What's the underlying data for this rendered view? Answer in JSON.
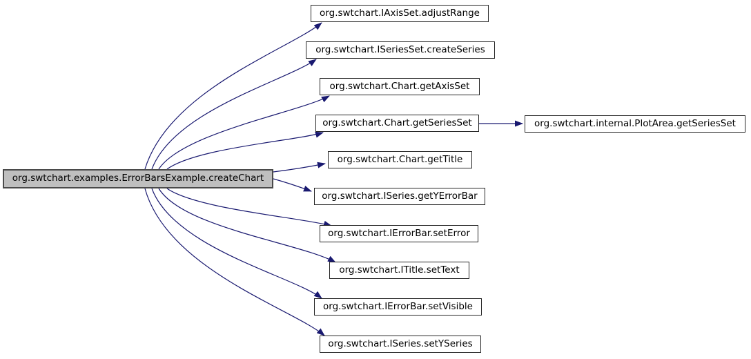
{
  "diagram": {
    "type": "call-graph",
    "main_node": {
      "id": "main",
      "label": "org.swtchart.examples.ErrorBarsExample.createChart"
    },
    "callees": [
      {
        "id": "c1",
        "label": "org.swtchart.IAxisSet.adjustRange"
      },
      {
        "id": "c2",
        "label": "org.swtchart.ISeriesSet.createSeries"
      },
      {
        "id": "c3",
        "label": "org.swtchart.Chart.getAxisSet"
      },
      {
        "id": "c4",
        "label": "org.swtchart.Chart.getSeriesSet"
      },
      {
        "id": "c5",
        "label": "org.swtchart.Chart.getTitle"
      },
      {
        "id": "c6",
        "label": "org.swtchart.ISeries.getYErrorBar"
      },
      {
        "id": "c7",
        "label": "org.swtchart.IErrorBar.setError"
      },
      {
        "id": "c8",
        "label": "org.swtchart.ITitle.setText"
      },
      {
        "id": "c9",
        "label": "org.swtchart.IErrorBar.setVisible"
      },
      {
        "id": "c10",
        "label": "org.swtchart.ISeries.setYSeries"
      }
    ],
    "indirect_callee": {
      "id": "s1",
      "label": "org.swtchart.internal.PlotArea.getSeriesSet"
    },
    "edges": [
      {
        "from": "main",
        "to": "c1"
      },
      {
        "from": "main",
        "to": "c2"
      },
      {
        "from": "main",
        "to": "c3"
      },
      {
        "from": "main",
        "to": "c4"
      },
      {
        "from": "main",
        "to": "c5"
      },
      {
        "from": "main",
        "to": "c6"
      },
      {
        "from": "main",
        "to": "c7"
      },
      {
        "from": "main",
        "to": "c8"
      },
      {
        "from": "main",
        "to": "c9"
      },
      {
        "from": "main",
        "to": "c10"
      },
      {
        "from": "c4",
        "to": "s1"
      }
    ],
    "colors": {
      "edge": "#191970",
      "node_border": "#242424",
      "node_fill": "#ffffff",
      "focus_fill": "#bfbfbf",
      "focus_border": "#4a4a4a",
      "text": "#000000",
      "background": "#ffffff"
    }
  }
}
